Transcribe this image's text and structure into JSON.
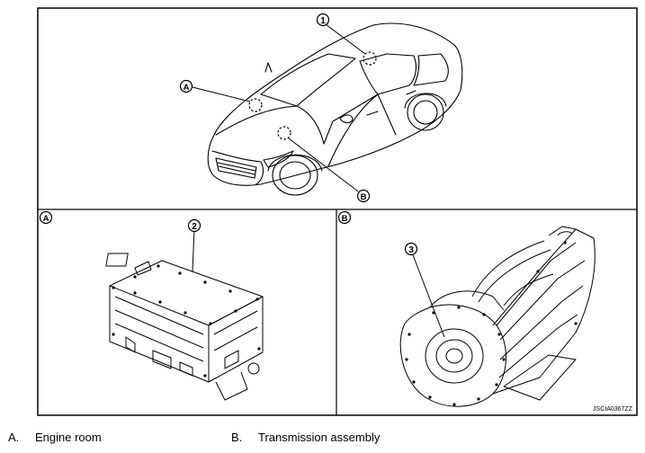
{
  "callouts": {
    "num_1": "1",
    "num_2": "2",
    "num_3": "3",
    "letter_a": "A",
    "letter_b": "B"
  },
  "panels": {
    "bottom_left_label": "A",
    "bottom_right_label": "B"
  },
  "figure_code": "JSCIA0367ZZ",
  "legend": [
    {
      "letter": "A.",
      "text": "Engine room"
    },
    {
      "letter": "B.",
      "text": "Transmission assembly"
    }
  ]
}
